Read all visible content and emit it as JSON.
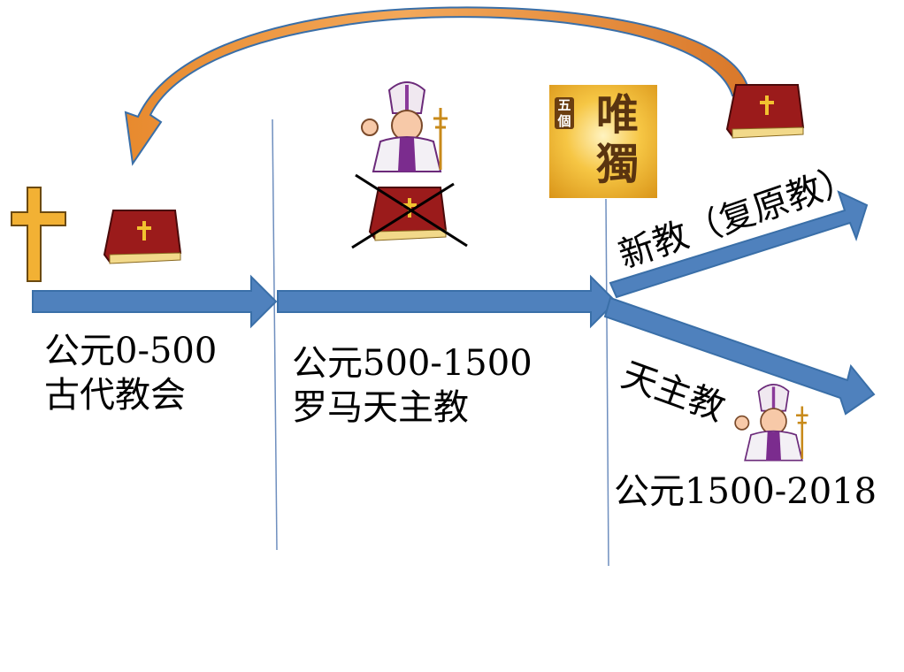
{
  "periods": [
    {
      "years": "公元0-500",
      "name": "古代教会"
    },
    {
      "years": "公元500-1500",
      "name": "罗马天主教"
    },
    {
      "years": "公元1500-2018"
    }
  ],
  "branches": {
    "protestant": "新教（复原教）",
    "catholic": "天主教"
  },
  "badge": {
    "small_text": "五個",
    "big_text": "唯獨"
  },
  "colors": {
    "arrow_blue": "#4f81bd",
    "return_arrow_orange": "#e88a2e",
    "return_arrow_edge": "#3a6fa8",
    "bible_red": "#9b1b1b",
    "cross_gold": "#f2b134"
  }
}
